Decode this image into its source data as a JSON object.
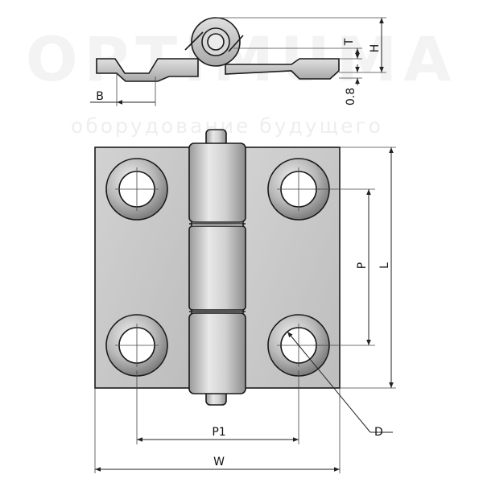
{
  "watermark": {
    "brand": "OPTIMUMA",
    "tagline": "оборудование будущего"
  },
  "labels": {
    "B": "B",
    "T": "T",
    "H": "H",
    "gap": "0.8",
    "P": "P",
    "L": "L",
    "P1": "P1",
    "W": "W",
    "D": "D"
  },
  "colors": {
    "plate": "#c8c8c8",
    "knuckle": "#d4d4d4",
    "outline": "#1a1a1a",
    "countersink": "#9a9a9a",
    "hole": "#ffffff"
  }
}
